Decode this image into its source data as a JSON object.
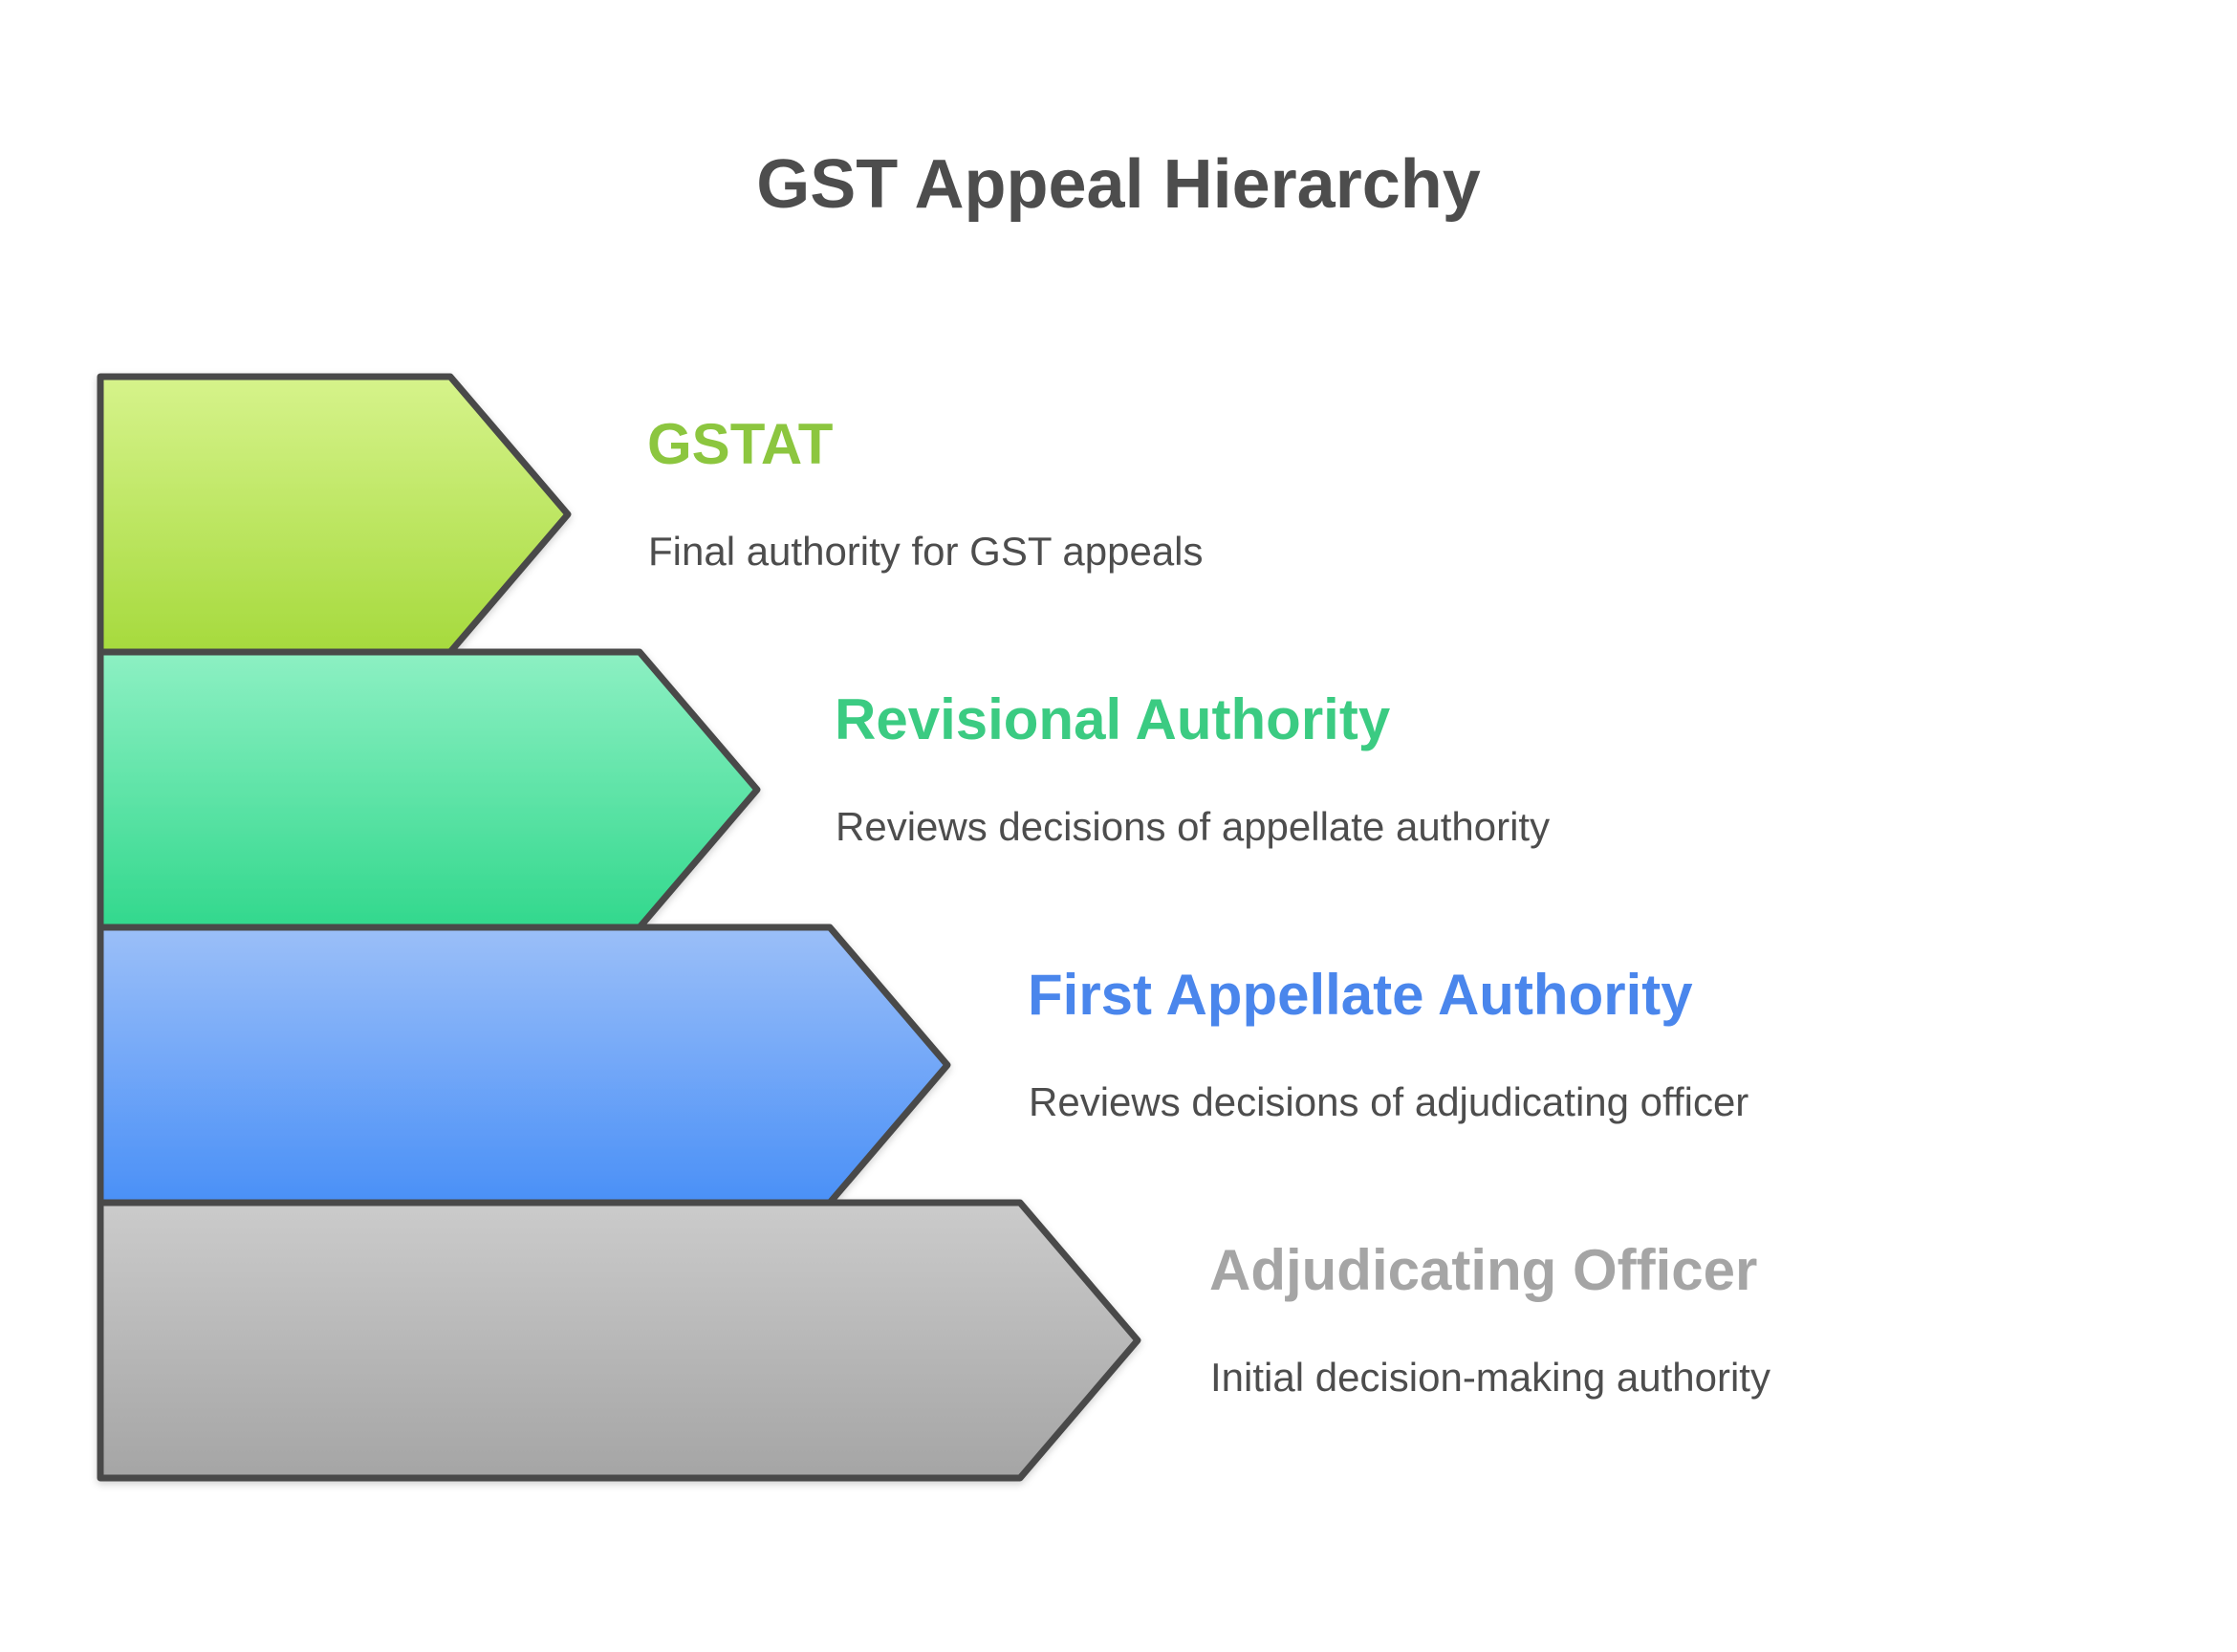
{
  "title": "GST Appeal Hierarchy",
  "colors": {
    "background": "#FFFFFF",
    "title_text": "#4D4D4D",
    "description_text": "#4D4D4D",
    "arrow_outline": "#4A4A4A"
  },
  "levels": [
    {
      "name": "GSTAT",
      "description": "Final authority for GST appeals",
      "label_color": "#8CC63F",
      "arrow_gradient_top": "#D6F38B",
      "arrow_gradient_bottom": "#A6DA3D"
    },
    {
      "name": "Revisional Authority",
      "description": "Reviews decisions of appellate authority",
      "label_color": "#3BCB82",
      "arrow_gradient_top": "#8DF0C3",
      "arrow_gradient_bottom": "#32D88D"
    },
    {
      "name": "First Appellate Authority",
      "description": "Reviews decisions of adjudicating officer",
      "label_color": "#4A86EC",
      "arrow_gradient_top": "#9BBFF8",
      "arrow_gradient_bottom": "#4A90F7"
    },
    {
      "name": "Adjudicating Officer",
      "description": "Initial decision-making authority",
      "label_color": "#A5A5A5",
      "arrow_gradient_top": "#CBCBCB",
      "arrow_gradient_bottom": "#A5A5A5"
    }
  ]
}
